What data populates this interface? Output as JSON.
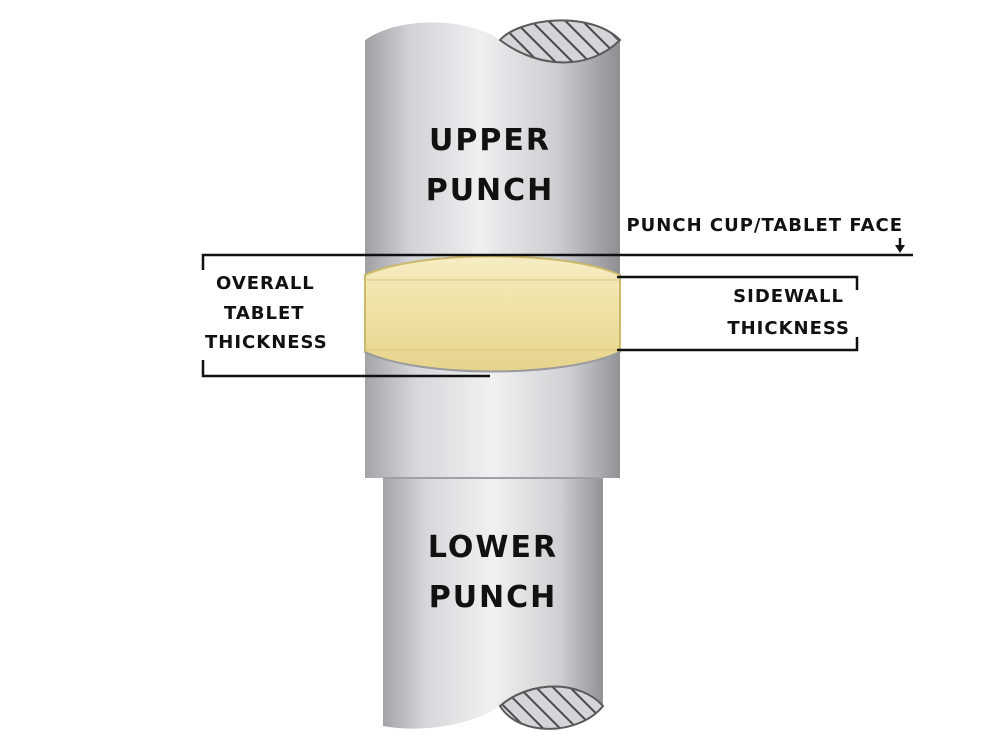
{
  "diagram": {
    "upper_punch": {
      "line1": "UPPER",
      "line2": "PUNCH"
    },
    "lower_punch": {
      "line1": "LOWER",
      "line2": "PUNCH"
    },
    "callouts": {
      "punch_cup_face": "PUNCH CUP/TABLET FACE",
      "overall_thickness": {
        "line1": "OVERALL",
        "line2": "TABLET",
        "line3": "THICKNESS"
      },
      "sidewall_thickness": {
        "line1": "SIDEWALL",
        "line2": "THICKNESS"
      }
    },
    "colors": {
      "metal_light": "#e4e5e7",
      "metal_mid": "#b9babd",
      "metal_dark": "#8d8e92",
      "tablet": "#efe2a6",
      "tablet_edge": "#d9c679",
      "hatch": "#4a4a4a",
      "line": "#111111"
    }
  }
}
